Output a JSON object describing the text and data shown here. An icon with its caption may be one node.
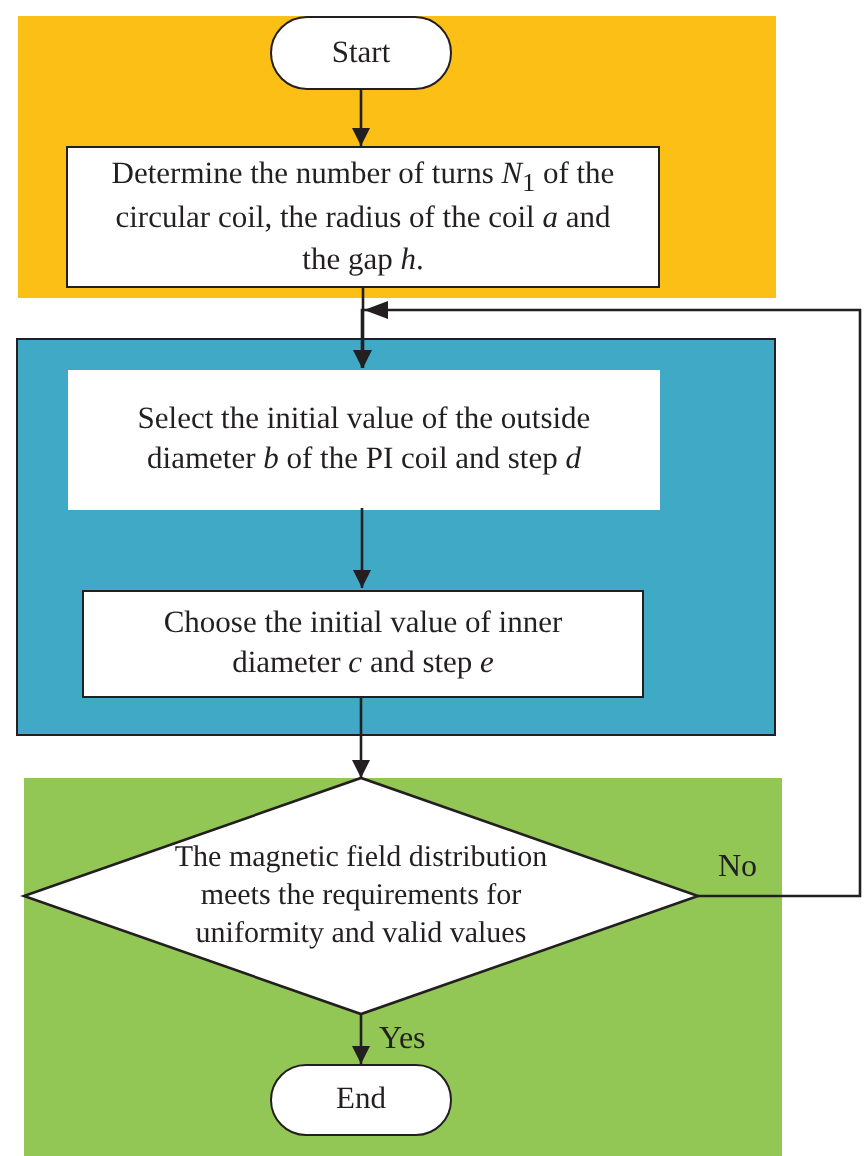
{
  "diagram": {
    "nodes": [
      {
        "text": [],
        "shape": "box"
      },
      {
        "text": [
          "Start"
        ],
        "in": 0
      },
      {
        "text": [
          "Determine the number of turns *N*$_{1}$ of the circular coil, the radius of the coil *a* and the gap *h*."
        ],
        "in": 0
      },
      {
        "text": [],
        "shape": "box"
      },
      {
        "text": [
          "Select the initial value of the outside diameter *b* of the PI coil and step *d*"
        ],
        "in": 3
      },
      {
        "text": [
          "Choose the initial value of inner diameter *c* and step *e*"
        ],
        "in": 3
      },
      {
        "text": [],
        "shape": "box"
      },
      {
        "text": [
          "The magnetic field distribution meets the requirements for uniformity and valid values"
        ],
        "in": 6
      },
      {
        "text": [
          "End"
        ],
        "in": 6
      }
    ],
    "edges": [
      {
        "from": 1,
        "to": 2,
        "arrow": "to"
      },
      {
        "from": 2,
        "to": 4,
        "arrow": "to"
      },
      {
        "from": 4,
        "to": 5,
        "arrow": "to"
      },
      {
        "from": 5,
        "to": 7,
        "arrow": "to"
      },
      {
        "from": 7,
        "to": 8,
        "arrow": "to",
        "label": "Yes"
      },
      {
        "from": 7,
        "to": 4,
        "arrow": "to",
        "label": "No"
      }
    ]
  }
}
